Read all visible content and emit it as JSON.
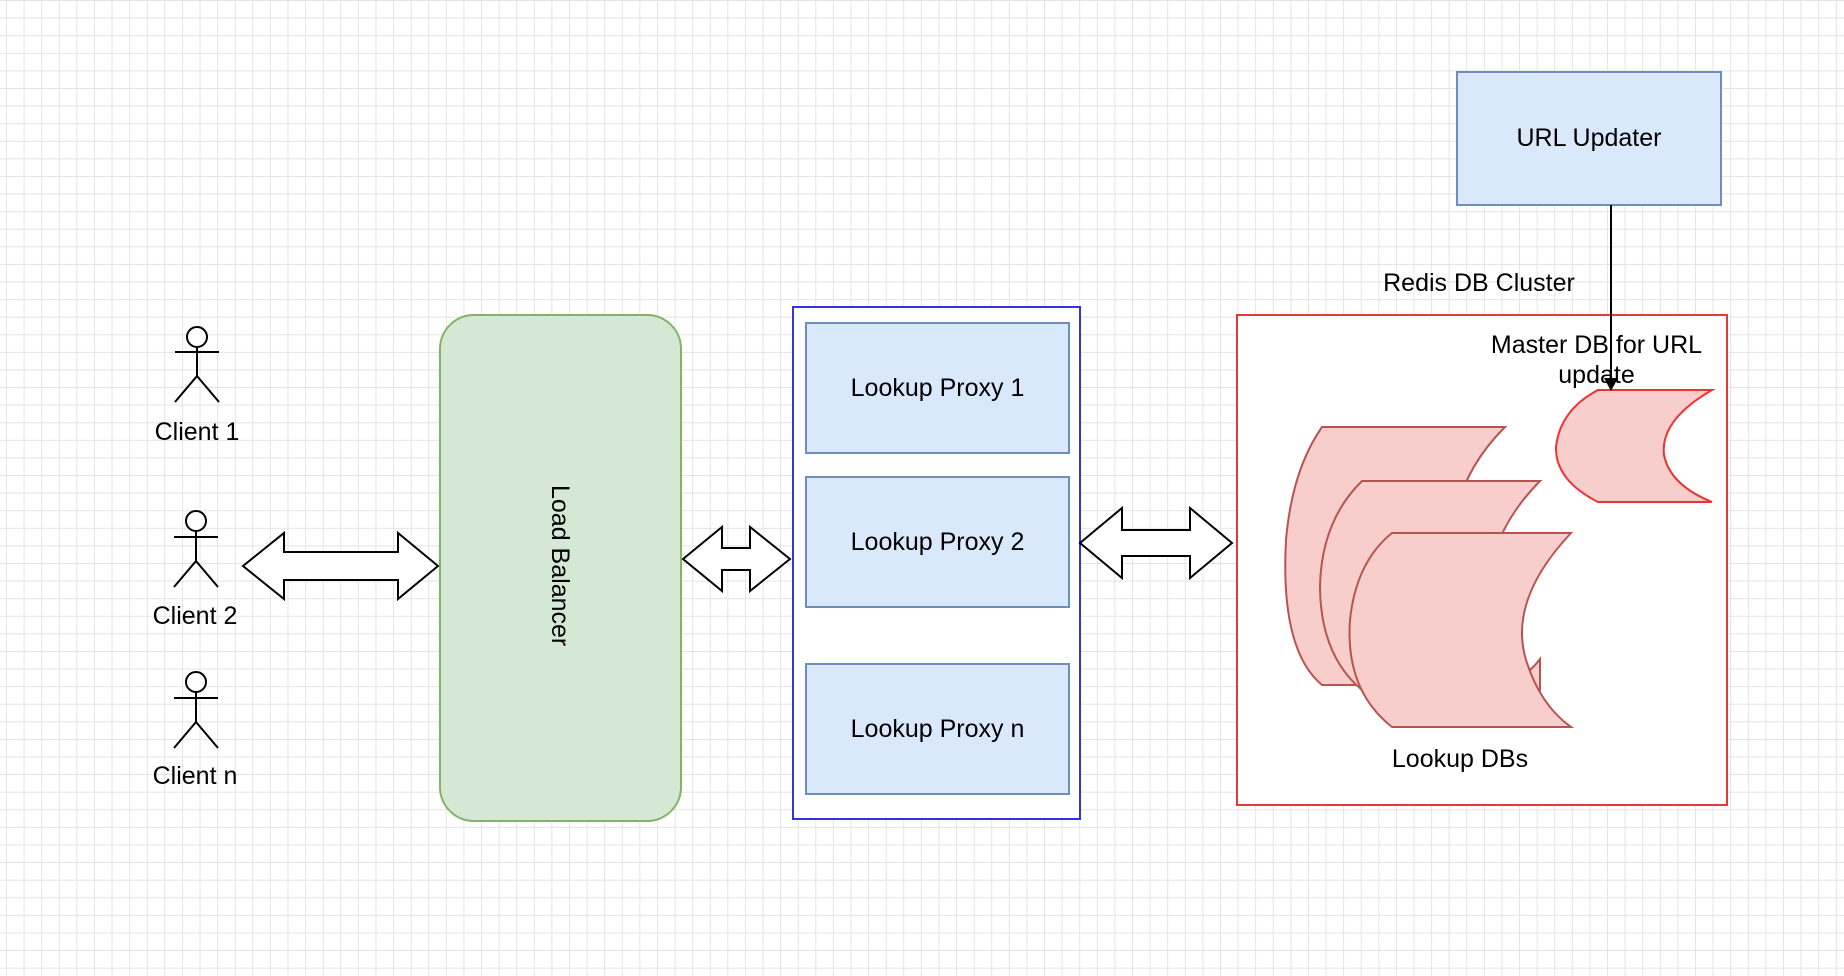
{
  "clients": [
    {
      "label": "Client 1"
    },
    {
      "label": "Client 2"
    },
    {
      "label": "Client n"
    }
  ],
  "load_balancer": {
    "label": "Load Balancer",
    "fill": "#d5e8d4",
    "stroke": "#82b366"
  },
  "proxies": [
    {
      "label": "Lookup Proxy 1"
    },
    {
      "label": "Lookup Proxy 2"
    },
    {
      "label": "Lookup Proxy n"
    }
  ],
  "proxy_group": {
    "stroke": "#3333dd"
  },
  "url_updater": {
    "label": "URL Updater",
    "fill": "#dae8fc",
    "stroke": "#6c8ebf"
  },
  "redis_cluster": {
    "title": "Redis DB Cluster",
    "stroke": "#e53935",
    "master_db_label": "Master DB for URL update",
    "lookup_dbs_label": "Lookup DBs",
    "db_fill": "#f8cecc",
    "lookup_db_stroke": "#b85450",
    "master_db_stroke": "#ee3333"
  }
}
